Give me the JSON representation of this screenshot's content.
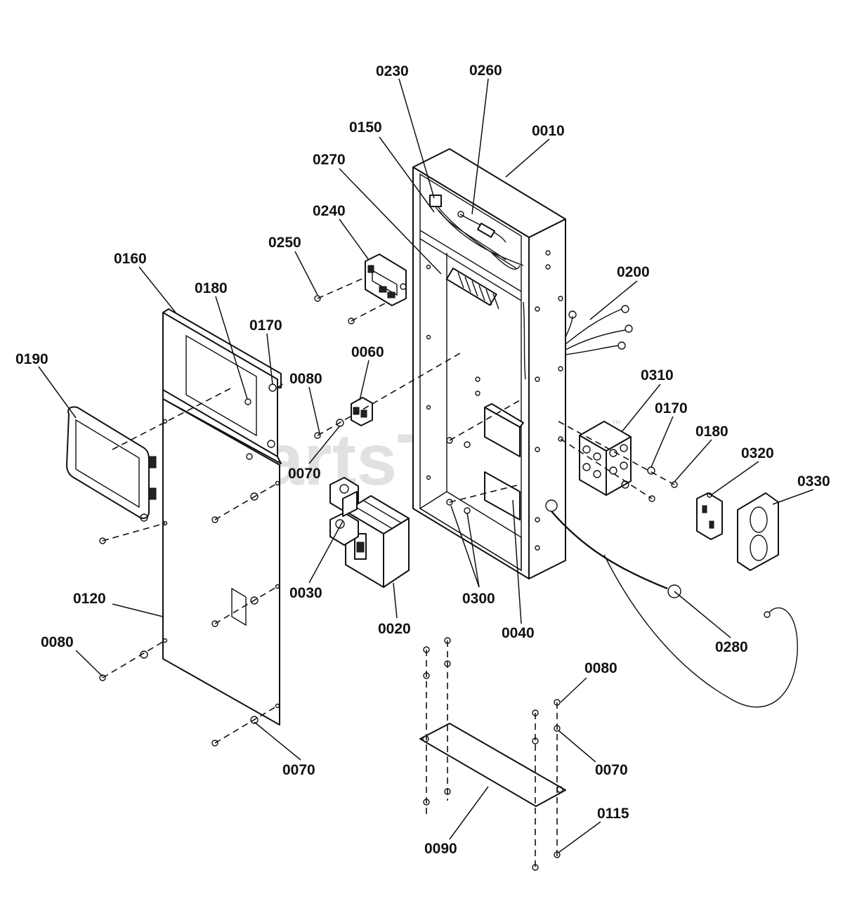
{
  "watermark": {
    "text": "PartsTree",
    "mark": "™"
  },
  "callouts": [
    "0230",
    "0260",
    "0150",
    "0010",
    "0270",
    "0240",
    "0250",
    "0200",
    "0160",
    "0180",
    "0170",
    "0190",
    "0080",
    "0060",
    "0310",
    "0170",
    "0180",
    "0320",
    "0330",
    "0070",
    "0030",
    "0300",
    "0120",
    "0020",
    "0040",
    "0280",
    "0080",
    "0080",
    "0070",
    "0070",
    "0115",
    "0090"
  ]
}
